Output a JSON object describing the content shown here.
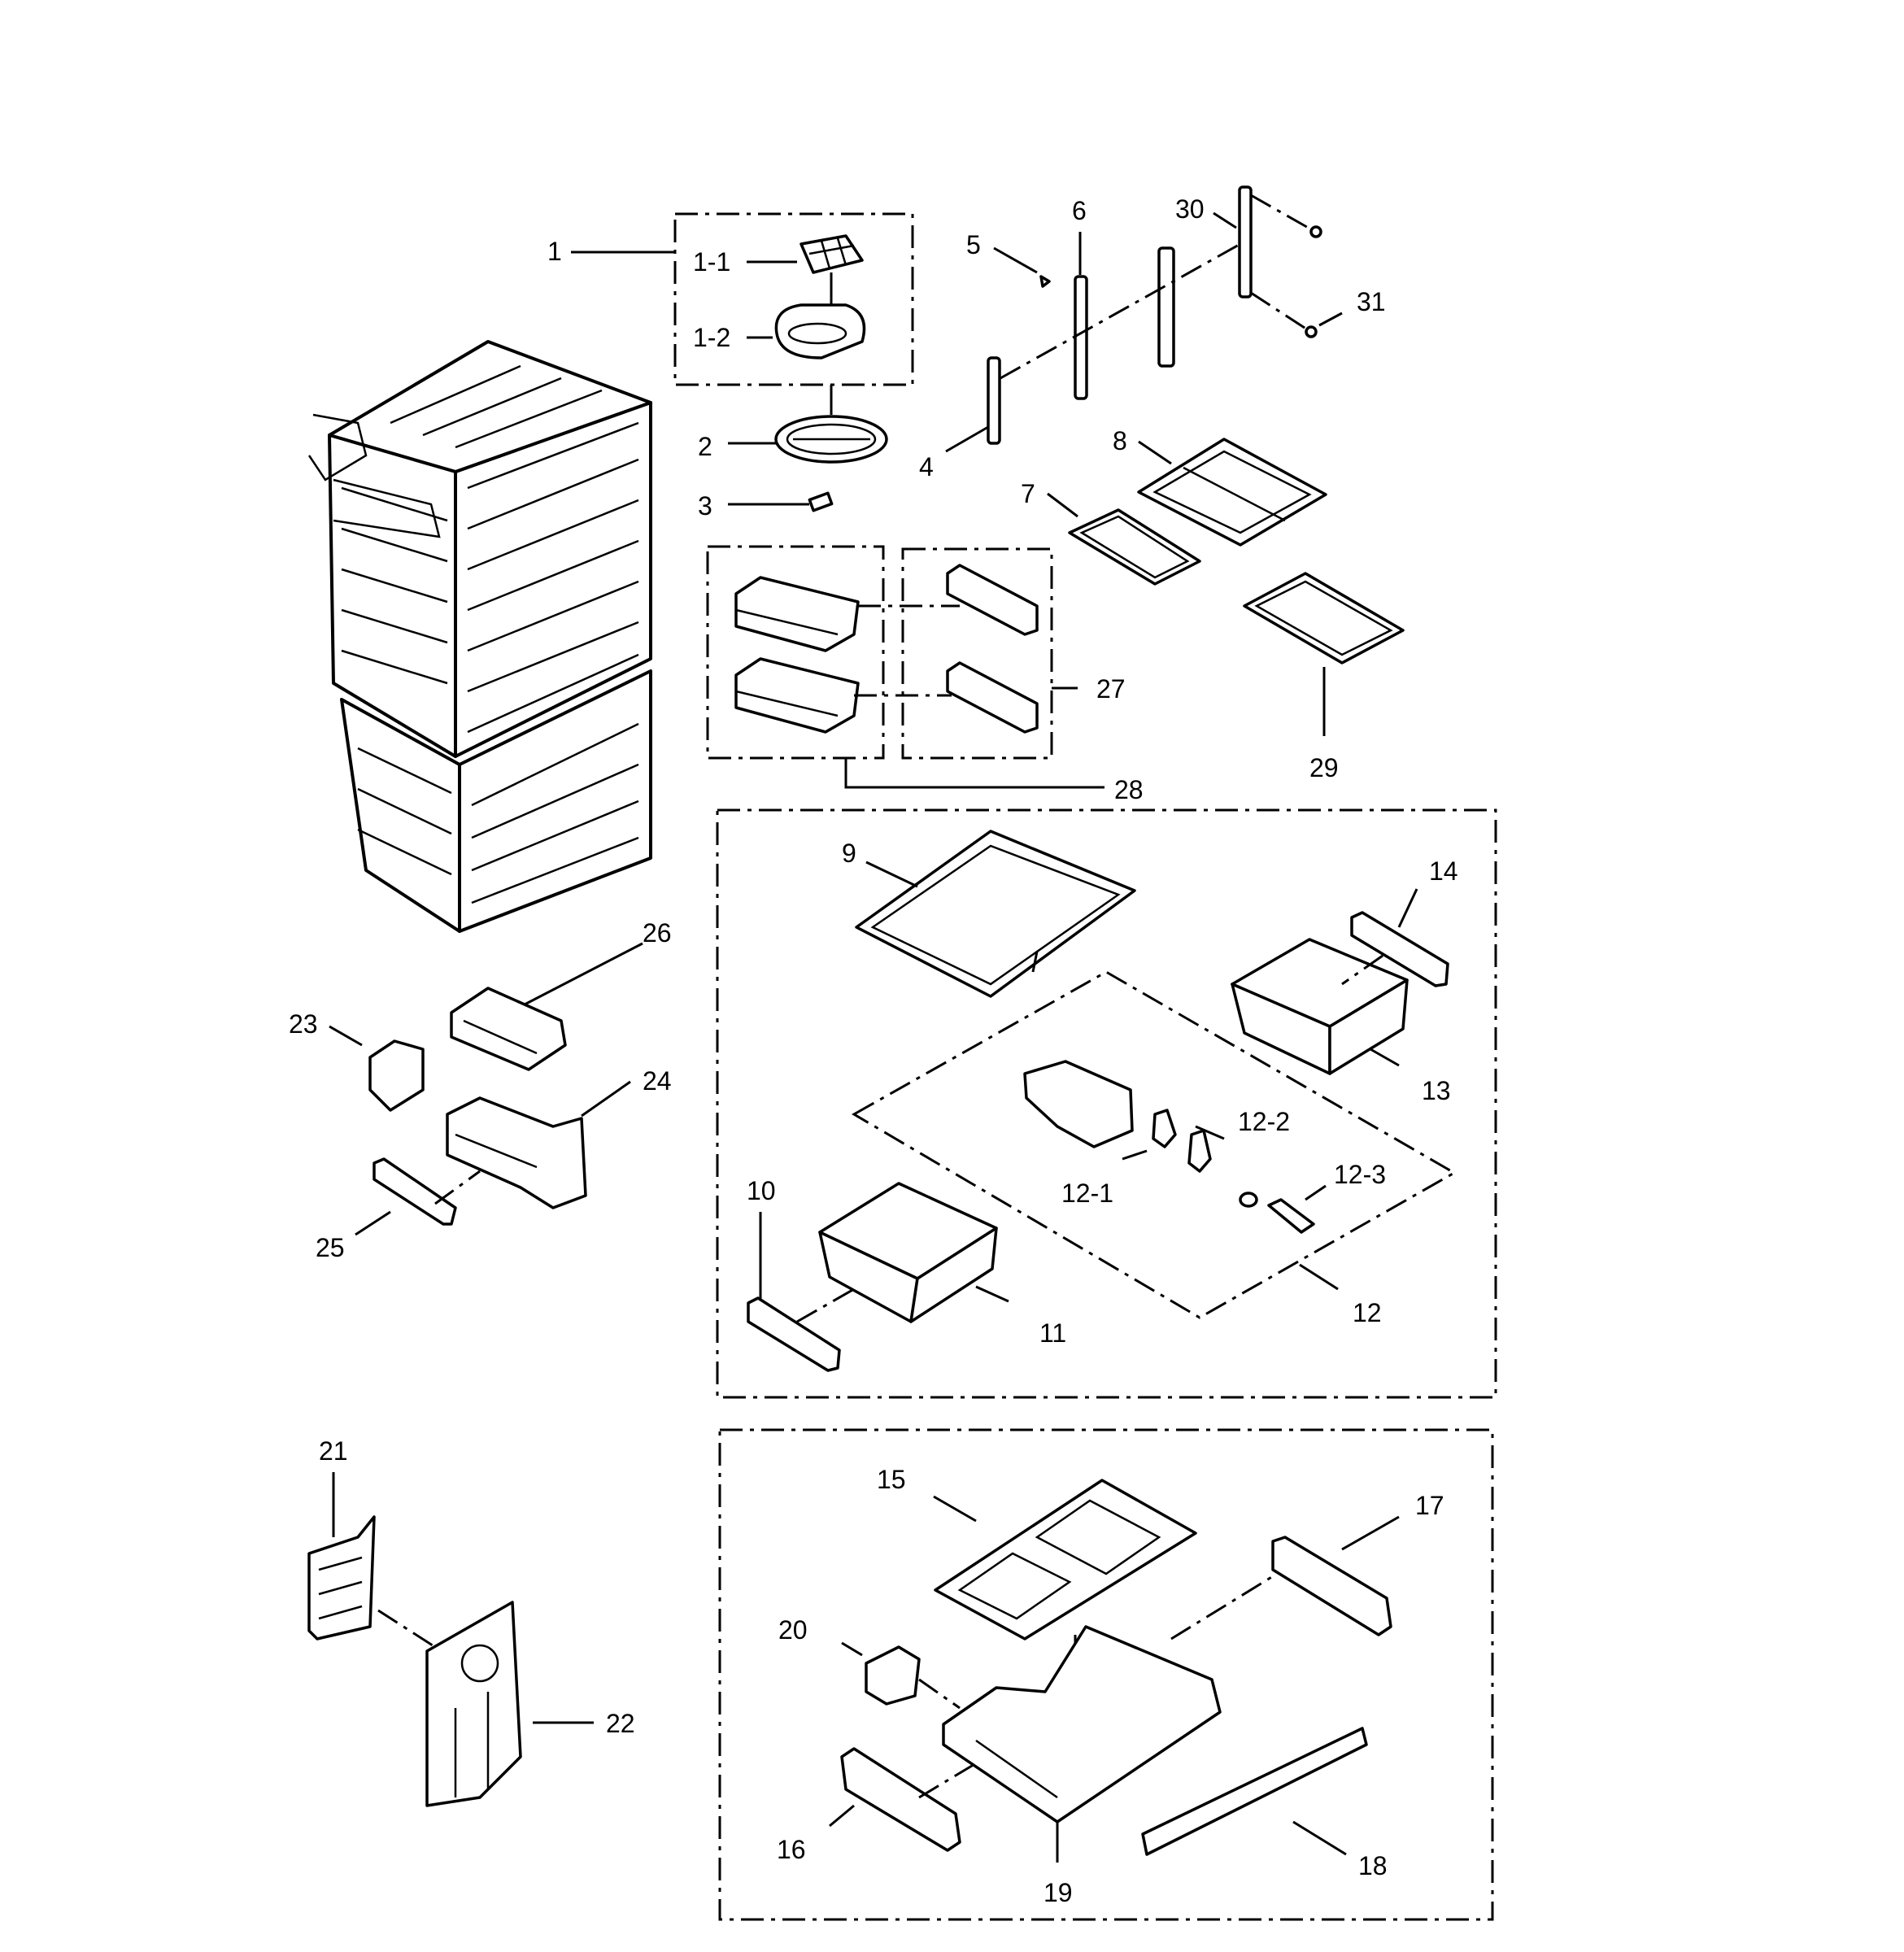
{
  "labels": {
    "p1": "1",
    "p1_1": "1-1",
    "p1_2": "1-2",
    "p2": "2",
    "p3": "3",
    "p4": "4",
    "p5": "5",
    "p6": "6",
    "p7": "7",
    "p8": "8",
    "p9": "9",
    "p10": "10",
    "p11": "11",
    "p12": "12",
    "p12_1": "12-1",
    "p12_2": "12-2",
    "p12_3": "12-3",
    "p13": "13",
    "p14": "14",
    "p15": "15",
    "p16": "16",
    "p17": "17",
    "p18": "18",
    "p19": "19",
    "p20": "20",
    "p21": "21",
    "p22": "22",
    "p23": "23",
    "p24": "24",
    "p25": "25",
    "p26": "26",
    "p27": "27",
    "p28": "28",
    "p29": "29",
    "p30": "30",
    "p31": "31"
  }
}
